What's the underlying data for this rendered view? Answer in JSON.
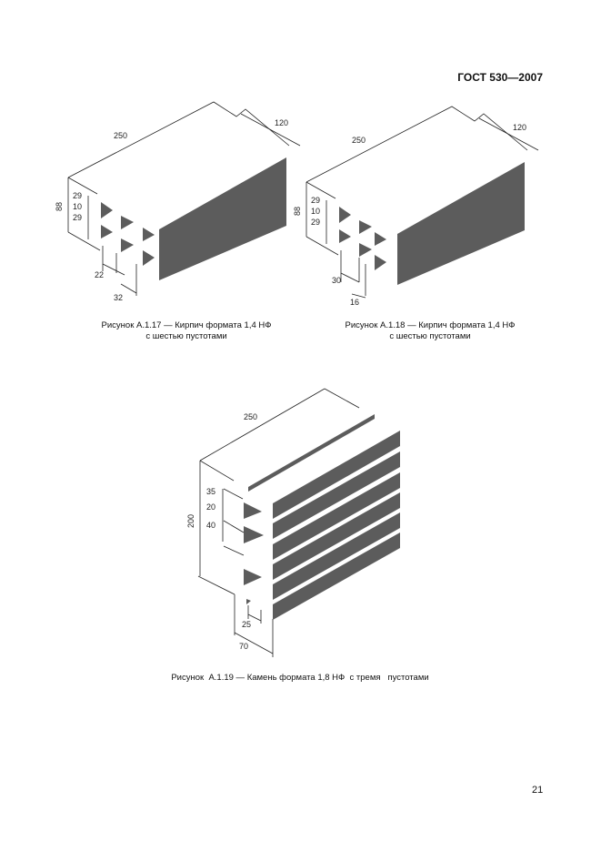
{
  "header": {
    "standard": "ГОСТ 530—2007"
  },
  "figures": [
    {
      "caption_line1": "Рисунок А.1.17 — Кирпич формата 1,4 НФ",
      "caption_line2": "с шестью пустотами",
      "dims": {
        "length": "250",
        "width": "120",
        "height": "88",
        "d1": "29",
        "d2": "10",
        "d3": "29",
        "w1": "22",
        "w2": "32"
      }
    },
    {
      "caption_line1": "Рисунок А.1.18 — Кирпич формата 1,4 НФ",
      "caption_line2": "с шестью пустотами",
      "dims": {
        "length": "250",
        "width": "120",
        "height": "88",
        "d1": "29",
        "d2": "10",
        "d3": "29",
        "w1": "30",
        "w2": "16"
      }
    },
    {
      "caption_line1": "Рисунок  А.1.19 — Камень формата 1,8 НФ  с тремя   пустотами",
      "dims": {
        "length": "250",
        "height": "200",
        "d1": "35",
        "d2": "20",
        "d3": "40",
        "w1": "25",
        "w2": "70"
      }
    }
  ],
  "page_number": "21"
}
